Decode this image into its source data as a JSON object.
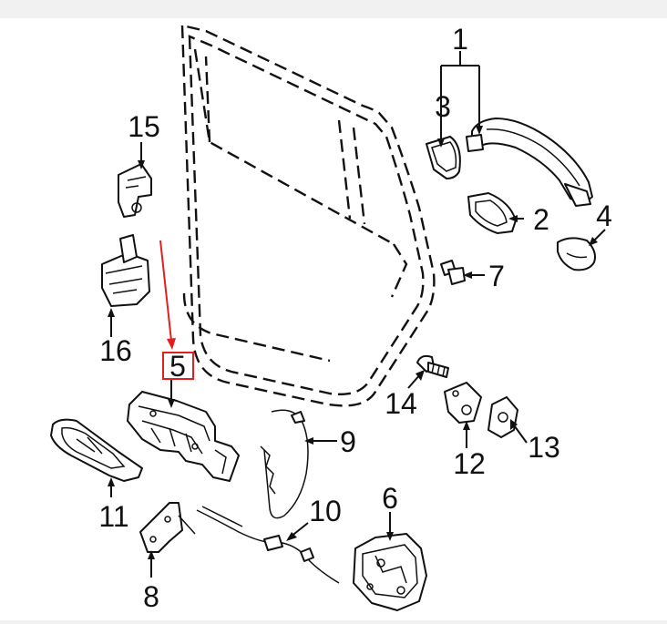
{
  "diagram": {
    "labels": {
      "p1": "1",
      "p2": "2",
      "p3": "3",
      "p4": "4",
      "p5": "5",
      "p6": "6",
      "p7": "7",
      "p8": "8",
      "p9": "9",
      "p10": "10",
      "p11": "11",
      "p12": "12",
      "p13": "13",
      "p14": "14",
      "p15": "15",
      "p16": "16"
    },
    "highlight": {
      "label": "5",
      "color": "#e02020"
    },
    "colors": {
      "line": "#111111",
      "background": "#ffffff",
      "page": "#f1f1f1"
    }
  }
}
